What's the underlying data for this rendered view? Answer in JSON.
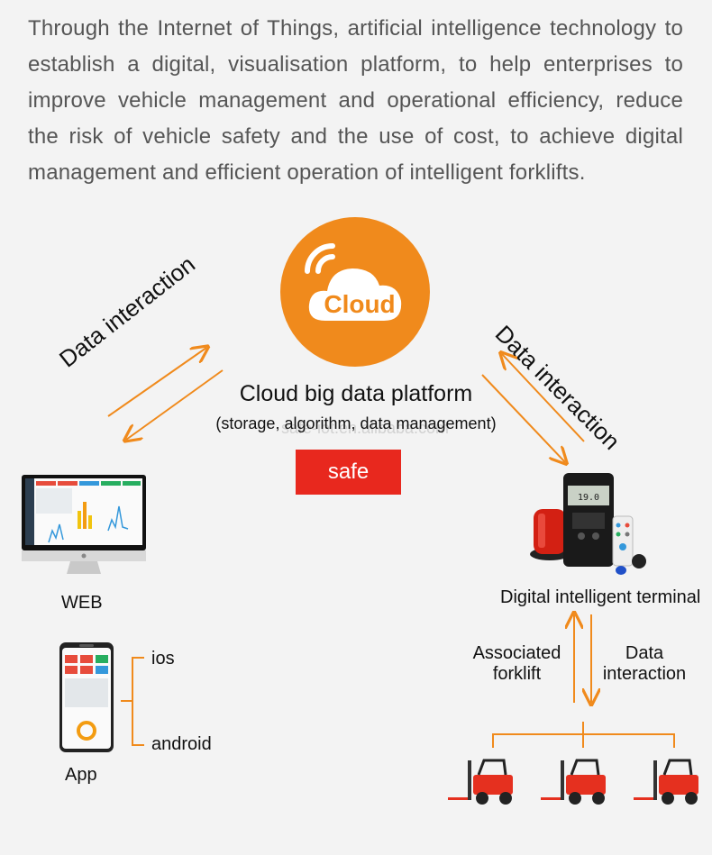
{
  "intro_text": "Through the Internet of Things, artificial intelligence technology to establish a digital, visualisation platform, to help enterprises to improve vehicle management and operational efficiency, reduce the risk of vehicle safety and the use of cost, to achieve digital management and efficient operation of intelligent forklifts.",
  "cloud": {
    "label": "Cloud",
    "platform_title": "Cloud big data platform",
    "platform_sub": "(storage, algorithm, data management)"
  },
  "watermark": "safe-iot.en.alibaba.com",
  "brand_badge": "safe",
  "left_arrow_label": "Data interaction",
  "right_arrow_label": "Data interaction",
  "web_label": "WEB",
  "app_label": "App",
  "app_platforms": [
    "ios",
    "android"
  ],
  "terminal_label": "Digital intelligent terminal",
  "terminal_display": "19.0",
  "vertical_left_label": [
    "Associated",
    "forklift"
  ],
  "vertical_right_label": [
    "Data",
    "interaction"
  ],
  "colors": {
    "accent_orange": "#f08a1c",
    "brand_red": "#e8281e",
    "forklift_red": "#e5301f"
  }
}
